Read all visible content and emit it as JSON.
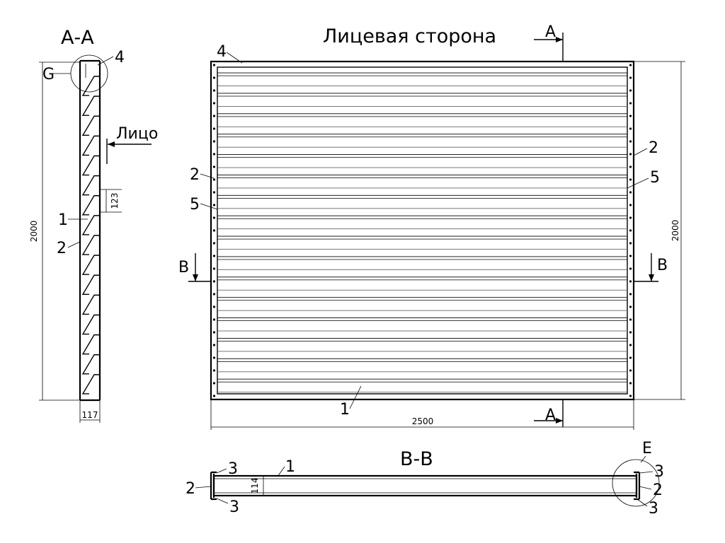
{
  "section_aa": {
    "title": "А-А",
    "face_label": "Лицо",
    "detail_label": "G",
    "callouts": {
      "c4": "4",
      "c1": "1",
      "c2": "2"
    },
    "dim_height": "2000",
    "dim_pitch": "123",
    "dim_depth": "117"
  },
  "front_view": {
    "title": "Лицевая сторона",
    "cut_a_top": "А",
    "cut_a_bottom": "А",
    "cut_b_left": "В",
    "cut_b_right": "В",
    "callouts": {
      "c4": "4",
      "c2_left": "2",
      "c5_left": "5",
      "c2_right": "2",
      "c5_right": "5",
      "c1": "1"
    },
    "dim_width": "2500",
    "dim_height": "2000"
  },
  "section_bb": {
    "title": "В-В",
    "detail_label": "Е",
    "dim_thickness": "114",
    "callouts": {
      "c1": "1",
      "c3_lt": "3",
      "c2_l": "2",
      "c3_lb": "3",
      "c3_rt": "3",
      "c2_r": "2",
      "c3_rb": "3"
    }
  }
}
